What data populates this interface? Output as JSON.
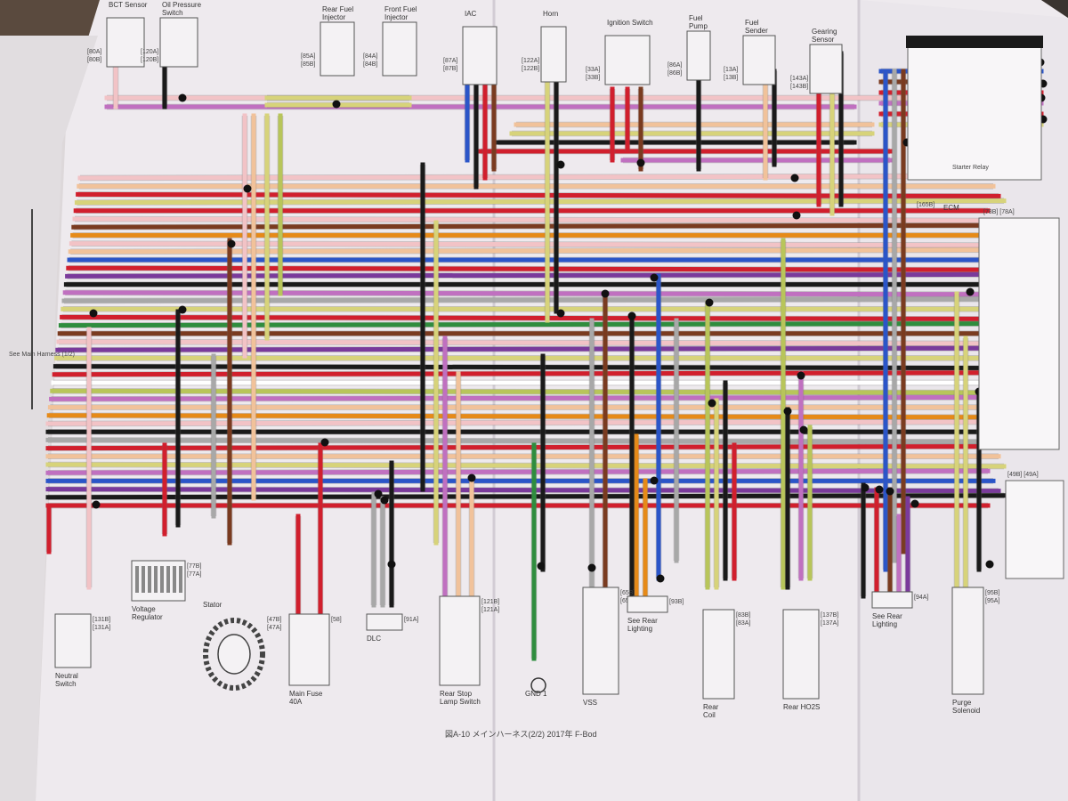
{
  "diagram": {
    "caption": "図A-10 メインハーネス(2/2) 2017年 F-Bod",
    "top_components": [
      {
        "name": "BCT Sensor",
        "codes": "[80A]\n[80B]"
      },
      {
        "name": "Oil Pressure\nSwitch",
        "codes": "[120A]\n[120B]"
      },
      {
        "name": "Rear Fuel\nInjector",
        "codes": "[85A]\n[85B]"
      },
      {
        "name": "Front Fuel\nInjector",
        "codes": "[84A]\n[84B]"
      },
      {
        "name": "IAC",
        "codes": "[87A]\n[87B]"
      },
      {
        "name": "Horn",
        "codes": "[122A]\n[122B]"
      },
      {
        "name": "Ignition Switch",
        "codes": "[33A]\n[33B]"
      },
      {
        "name": "Fuel\nPump",
        "codes": "[86A]\n[86B]"
      },
      {
        "name": "Fuel\nSender",
        "codes": "[13A]\n[13B]"
      },
      {
        "name": "Gearing\nSensor",
        "codes": "[143A]\n[143B]"
      },
      {
        "name": "Starter Relay",
        "codes": ""
      }
    ],
    "bottom_components": [
      {
        "name": "Neutral\nSwitch",
        "codes": "[131B]\n[131A]"
      },
      {
        "name": "Voltage\nRegulator",
        "codes": "[77B]\n[77A]"
      },
      {
        "name": "Stator",
        "codes": "[47B]\n[47A]"
      },
      {
        "name": "Main Fuse\n40A",
        "codes": "[58]"
      },
      {
        "name": "DLC",
        "codes": "[91A]"
      },
      {
        "name": "Rear Stop\nLamp Switch",
        "codes": "[121B]\n[121A]"
      },
      {
        "name": "GND 1",
        "codes": ""
      },
      {
        "name": "VSS",
        "codes": "[65B]\n[65A]"
      },
      {
        "name": "See Rear\nLighting",
        "codes": "[93B]"
      },
      {
        "name": "Rear\nCoil",
        "codes": "[83B]\n[83A]"
      },
      {
        "name": "Rear HO2S",
        "codes": "[137B]\n[137A]"
      },
      {
        "name": "See Rear\nLighting",
        "codes": "[94A]"
      },
      {
        "name": "Purge\nSolenoid",
        "codes": "[95B]\n[95A]"
      }
    ],
    "side_labels": {
      "left": "See Main\nHarness\n(1/2)",
      "right_top": "ECM",
      "right_codes": "[78B] [78A]",
      "right_bottom_codes": "[49B] [49A]",
      "right_note": "[165B]"
    },
    "wire_colors": [
      "#d11f2d",
      "#f2c3c6",
      "#1a1a1a",
      "#d7d37a",
      "#7a3a9b",
      "#2b55c8",
      "#f1c29a",
      "#2f8d3e",
      "#a8a8a8",
      "#e68a18",
      "#b8c55a",
      "#c070c0",
      "#7a3b20",
      "#ffffff"
    ]
  }
}
